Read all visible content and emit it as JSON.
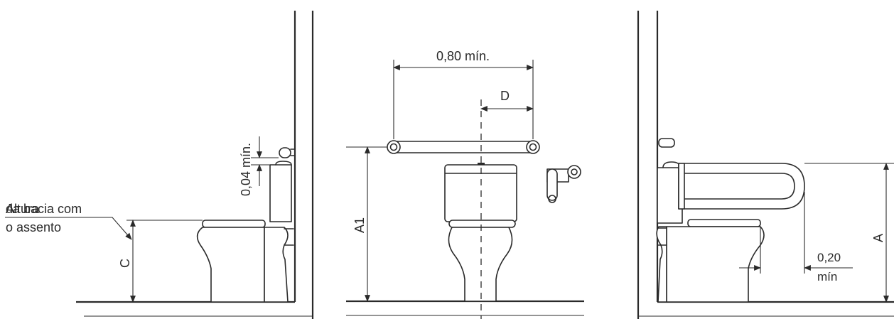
{
  "labels": {
    "overlap_a": "Altura",
    "overlap_b": "da bacia com",
    "seat_line2": "o assento",
    "dim_c": "C",
    "dim_004": "0,04 mín.",
    "dim_080": "0,80 mín.",
    "dim_d": "D",
    "dim_a1": "A1",
    "dim_a": "A",
    "dim_020_top": "0,20",
    "dim_020_bottom": "mín"
  },
  "colors": {
    "line": "#2a2a2a",
    "background": "#ffffff"
  }
}
